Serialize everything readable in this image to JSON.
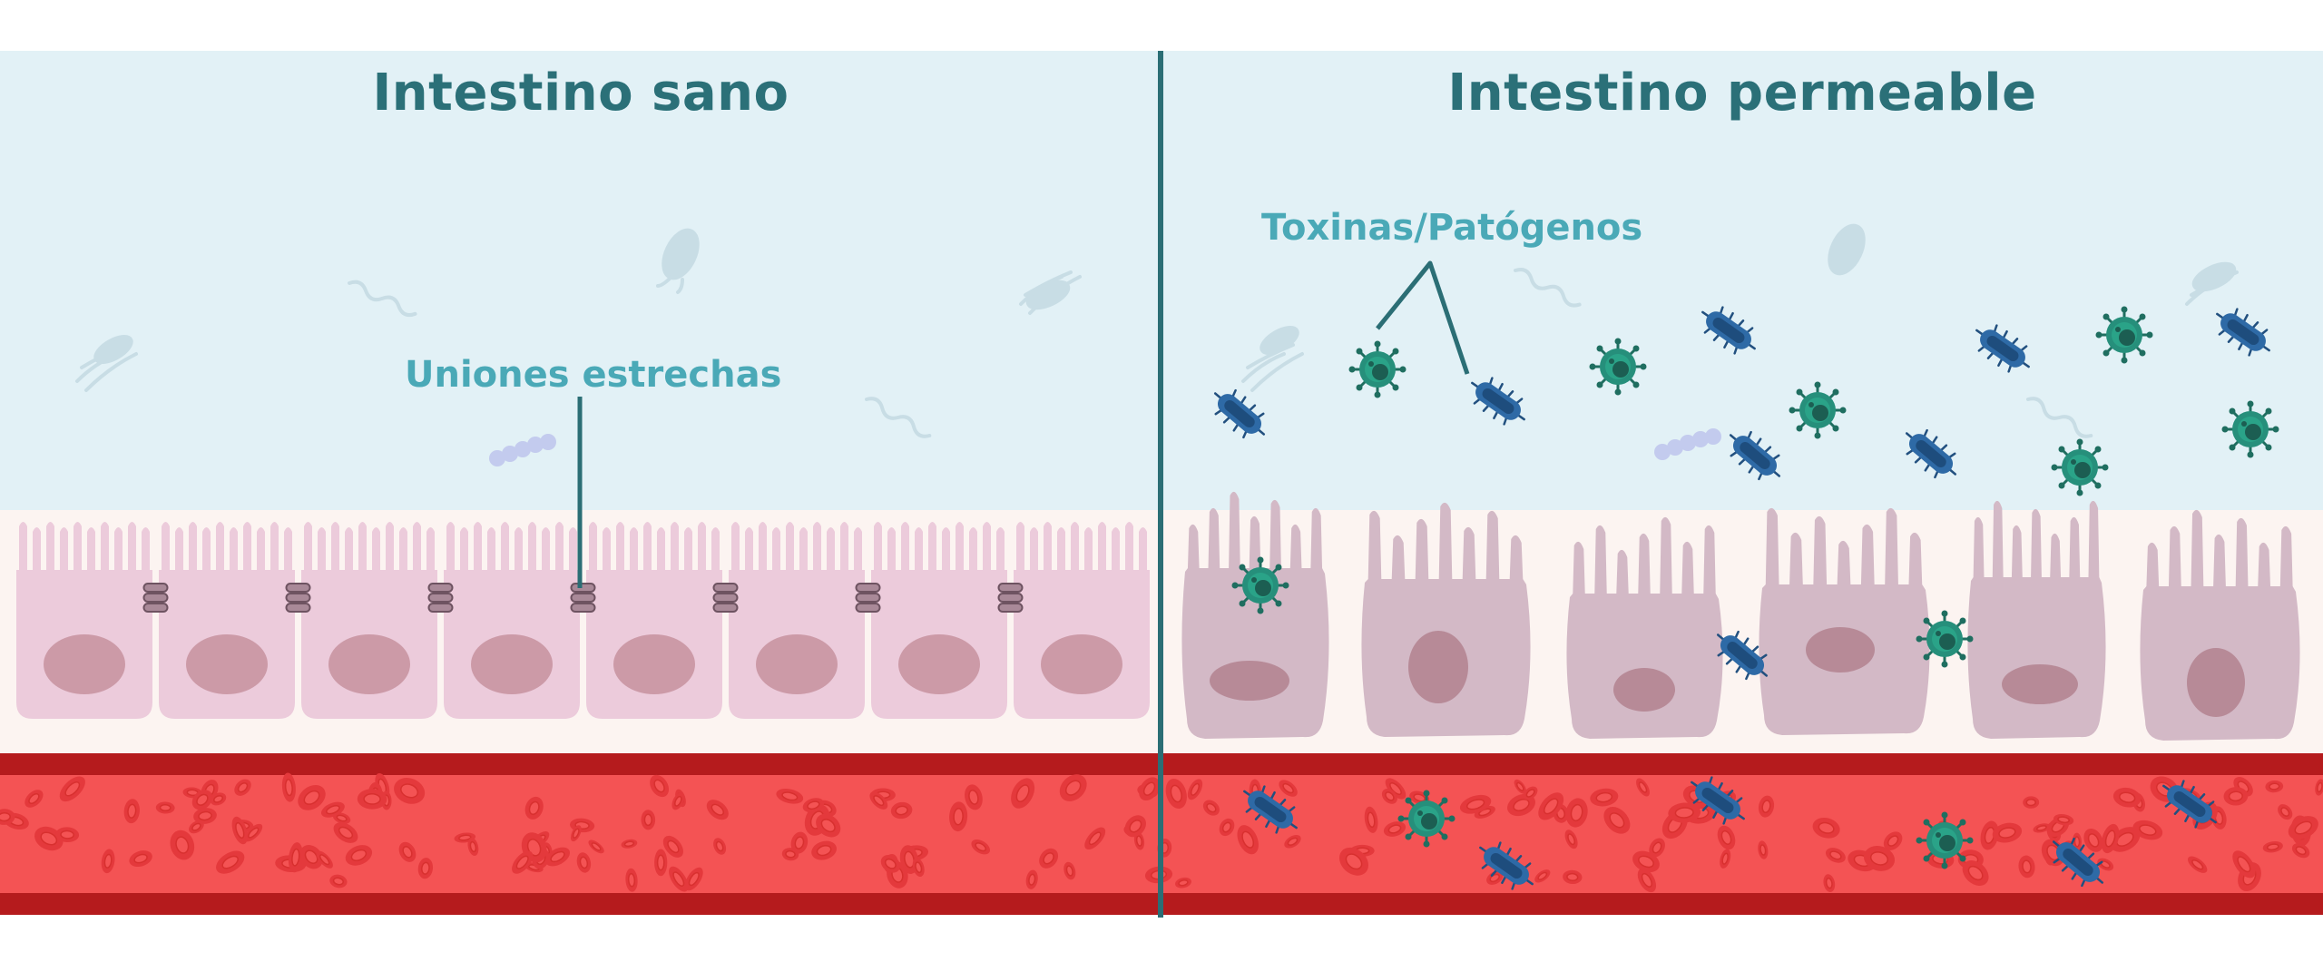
{
  "panels": {
    "left_title": "Intestino sano",
    "right_title": "Intestino permeable"
  },
  "labels": {
    "tight_junctions": "Uniones estrechas",
    "toxins_pathogens": "Toxinas/Patógenos"
  },
  "colors": {
    "lumen": "#e2f1f6",
    "epithelium_band": "#fcf4f1",
    "healthy_cell": "#eccbdb",
    "healthy_nucleus": "#cc9aa7",
    "leaky_cell": "#d3b9c6",
    "leaky_nucleus": "#b78a97",
    "blood": "#f45354",
    "blood_border": "#b51b1d",
    "divider": "#2b6e75",
    "title": "#2b7078",
    "label": "#4aa9b7",
    "virus": "#268f7b",
    "bacterium": "#2e6aa6"
  },
  "icons": {
    "virus": "virus-icon",
    "bacterium": "bacterium-icon",
    "faint_microbe": "microbe-icon",
    "junction": "tight-junction-icon"
  }
}
